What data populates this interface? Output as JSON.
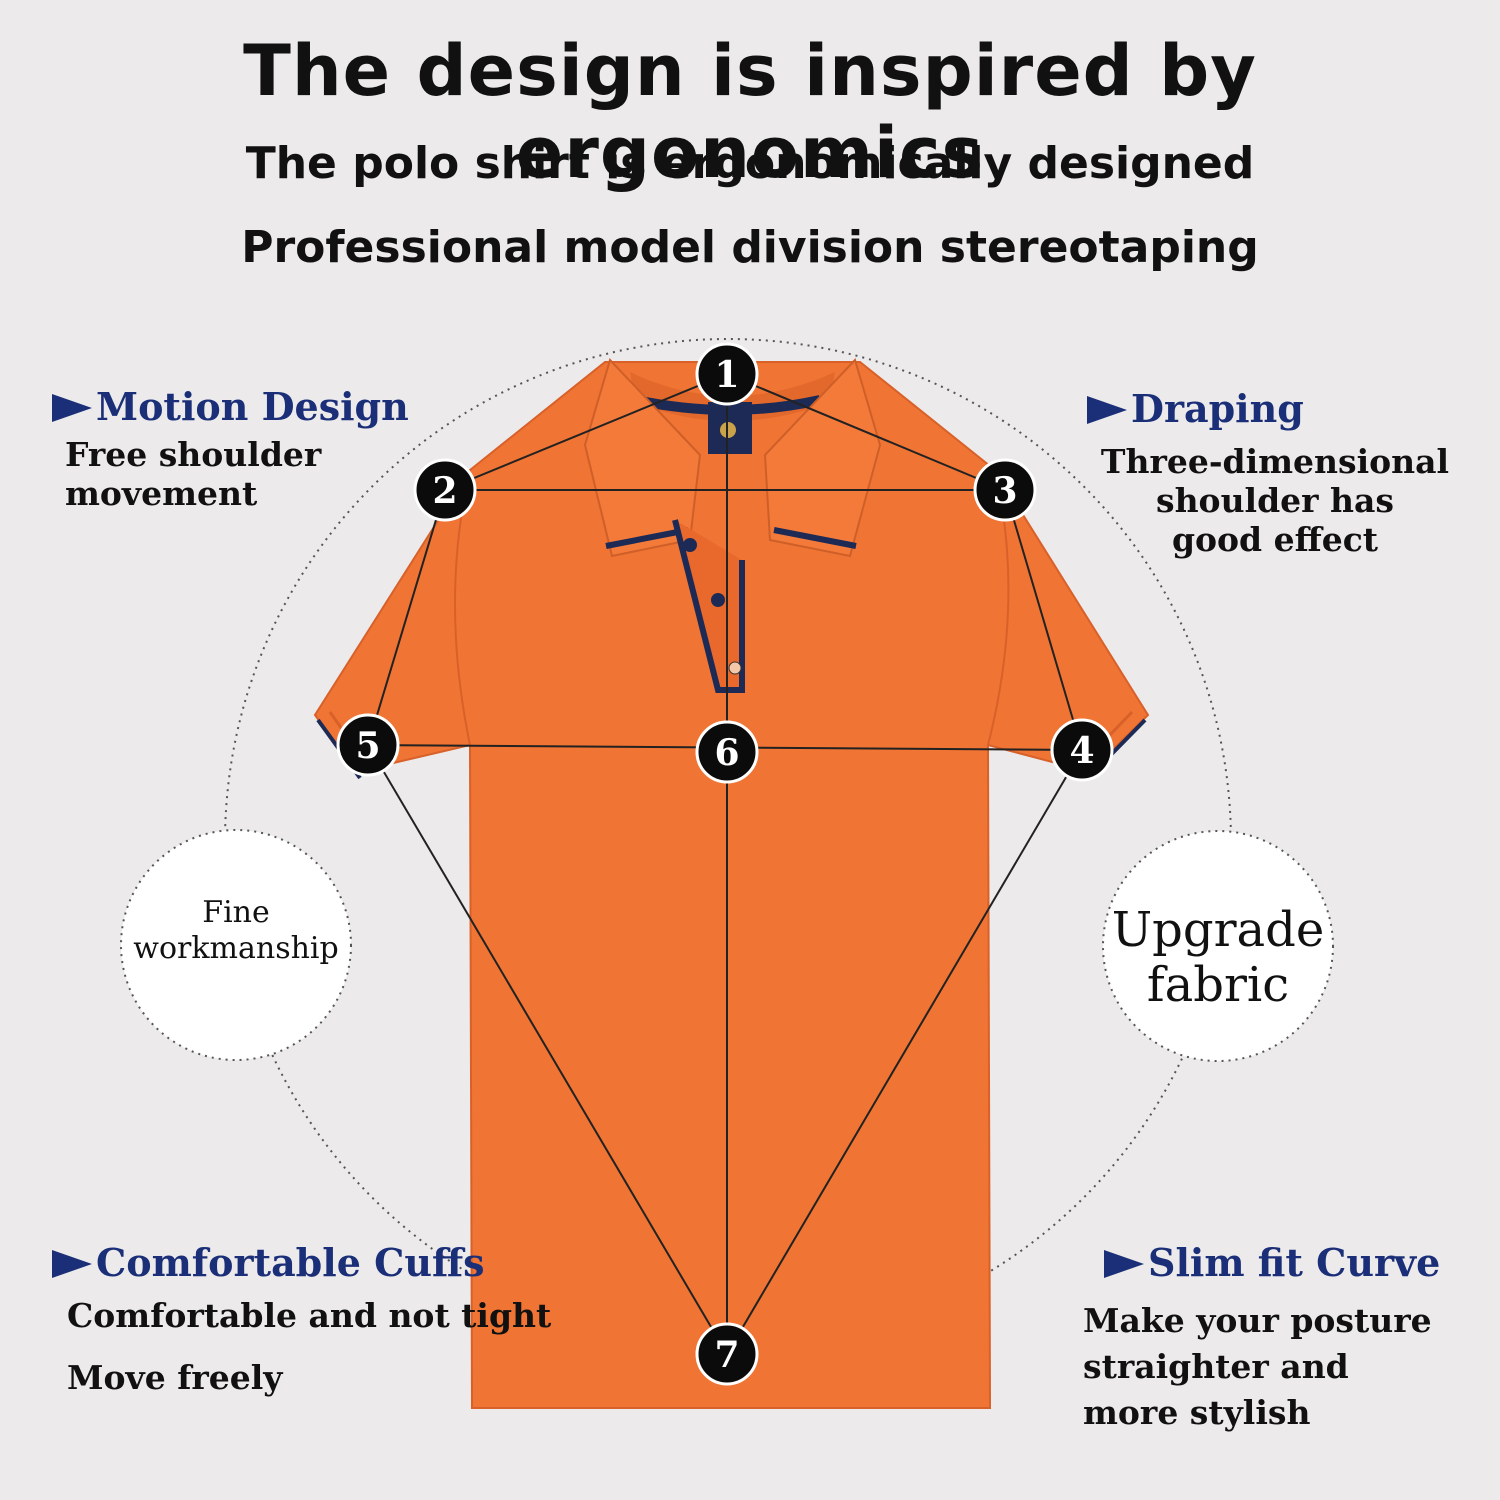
{
  "header": {
    "title": "The design is inspired by ergonomics",
    "subtitle1": "The polo shirt is ergonomically designed",
    "subtitle2": "Professional model division stereotaping"
  },
  "features": {
    "motion": {
      "heading": "Motion Design",
      "text1": "Free shoulder",
      "text2": "movement"
    },
    "draping": {
      "heading": "Draping",
      "text1": "Three-dimensional",
      "text2": "shoulder has",
      "text3": "good effect"
    },
    "cuffs": {
      "heading": "Comfortable Cuffs",
      "text1": "Comfortable and not tight",
      "text2": "Move freely"
    },
    "slim": {
      "heading": "Slim fit Curve",
      "text1": "Make your posture",
      "text2": "straighter and",
      "text3": "more stylish"
    }
  },
  "circles": {
    "workmanship": {
      "line1": "Fine",
      "line2": "workmanship"
    },
    "fabric": {
      "line1": "Upgrade",
      "line2": "fabric"
    }
  },
  "markers": [
    "1",
    "2",
    "3",
    "4",
    "5",
    "6",
    "7"
  ],
  "colors": {
    "shirt": "#f07433",
    "accent": "#1b2f78",
    "trim": "#1c2a55"
  }
}
